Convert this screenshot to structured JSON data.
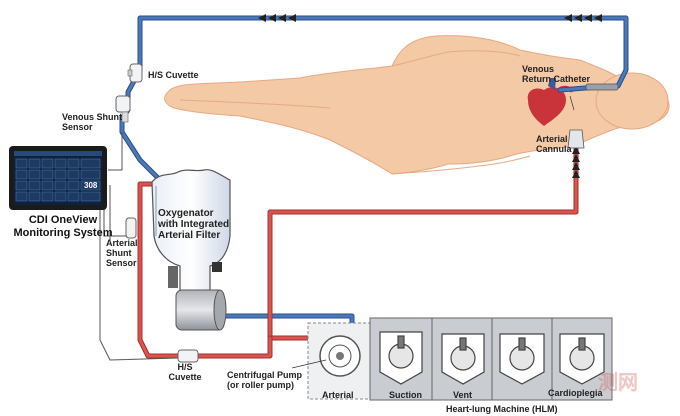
{
  "labels": {
    "hs_cuvette_top": "H/S Cuvette",
    "venous_shunt_sensor": "Venous Shunt\nSensor",
    "monitor_title": "CDI OneView\nMonitoring System",
    "arterial_shunt_sensor": "Arterial\nShunt\nSensor",
    "oxygenator": "Oxygenator\nwith Integrated\nArterial Filter",
    "venous_return_catheter": "Venous\nReturn Catheter",
    "arterial_cannula": "Arterial\nCannula",
    "hs_cuvette_bottom": "H/S\nCuvette",
    "centrifugal_pump": "Centrifugal Pump\n(or roller pump)",
    "pump_arterial": "Arterial",
    "pump_suction": "Suction",
    "pump_vent": "Vent",
    "pump_cardioplegia": "Cardioplegia",
    "hlm": "Heart-lung Machine (HLM)",
    "watermark": "测网",
    "monitor_value": "308"
  },
  "colors": {
    "venous": "#4a78b8",
    "arterial": "#d9534f",
    "body_fill": "#f4c9a6",
    "body_stroke": "#e7a983",
    "machine_fill": "#c9ccd1",
    "monitor_bg": "#0f223d"
  },
  "icons": [
    "flow-arrow-icon",
    "heart-icon",
    "pump-head-icon"
  ]
}
